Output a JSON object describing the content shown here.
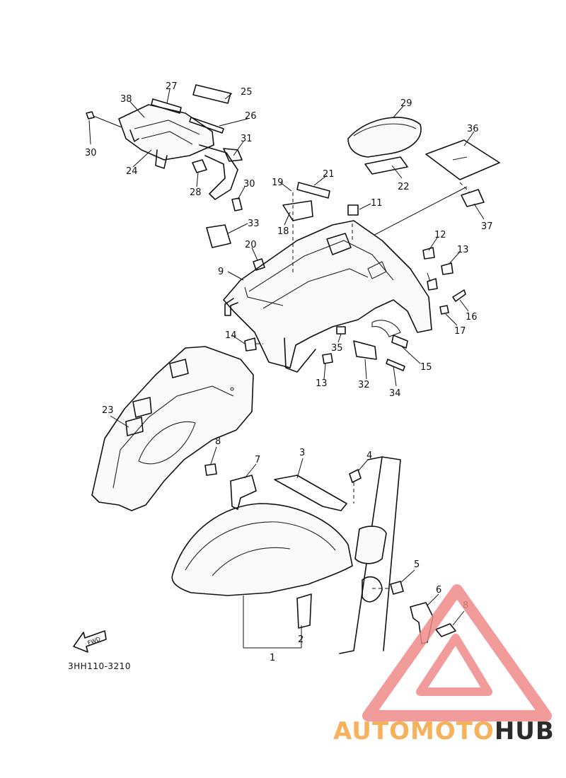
{
  "diagram": {
    "code": "3HH110-3210",
    "fwd_label": "FWD",
    "callouts": [
      "1",
      "2",
      "3",
      "4",
      "5",
      "6",
      "7",
      "8",
      "8",
      "9",
      "11",
      "12",
      "13",
      "13",
      "14",
      "15",
      "16",
      "17",
      "18",
      "19",
      "20",
      "21",
      "22",
      "23",
      "24",
      "25",
      "26",
      "27",
      "28",
      "29",
      "30",
      "30",
      "31",
      "32",
      "33",
      "34",
      "35",
      "36",
      "37",
      "38"
    ]
  },
  "watermark": {
    "brand_part_1": "AUTOMOTO",
    "brand_part_2": "HUB",
    "colors": {
      "accent": "#f6b15a",
      "triangle": "#f08a8a",
      "dark": "#2b2b2b"
    },
    "icon": "triangle-logo-icon"
  }
}
